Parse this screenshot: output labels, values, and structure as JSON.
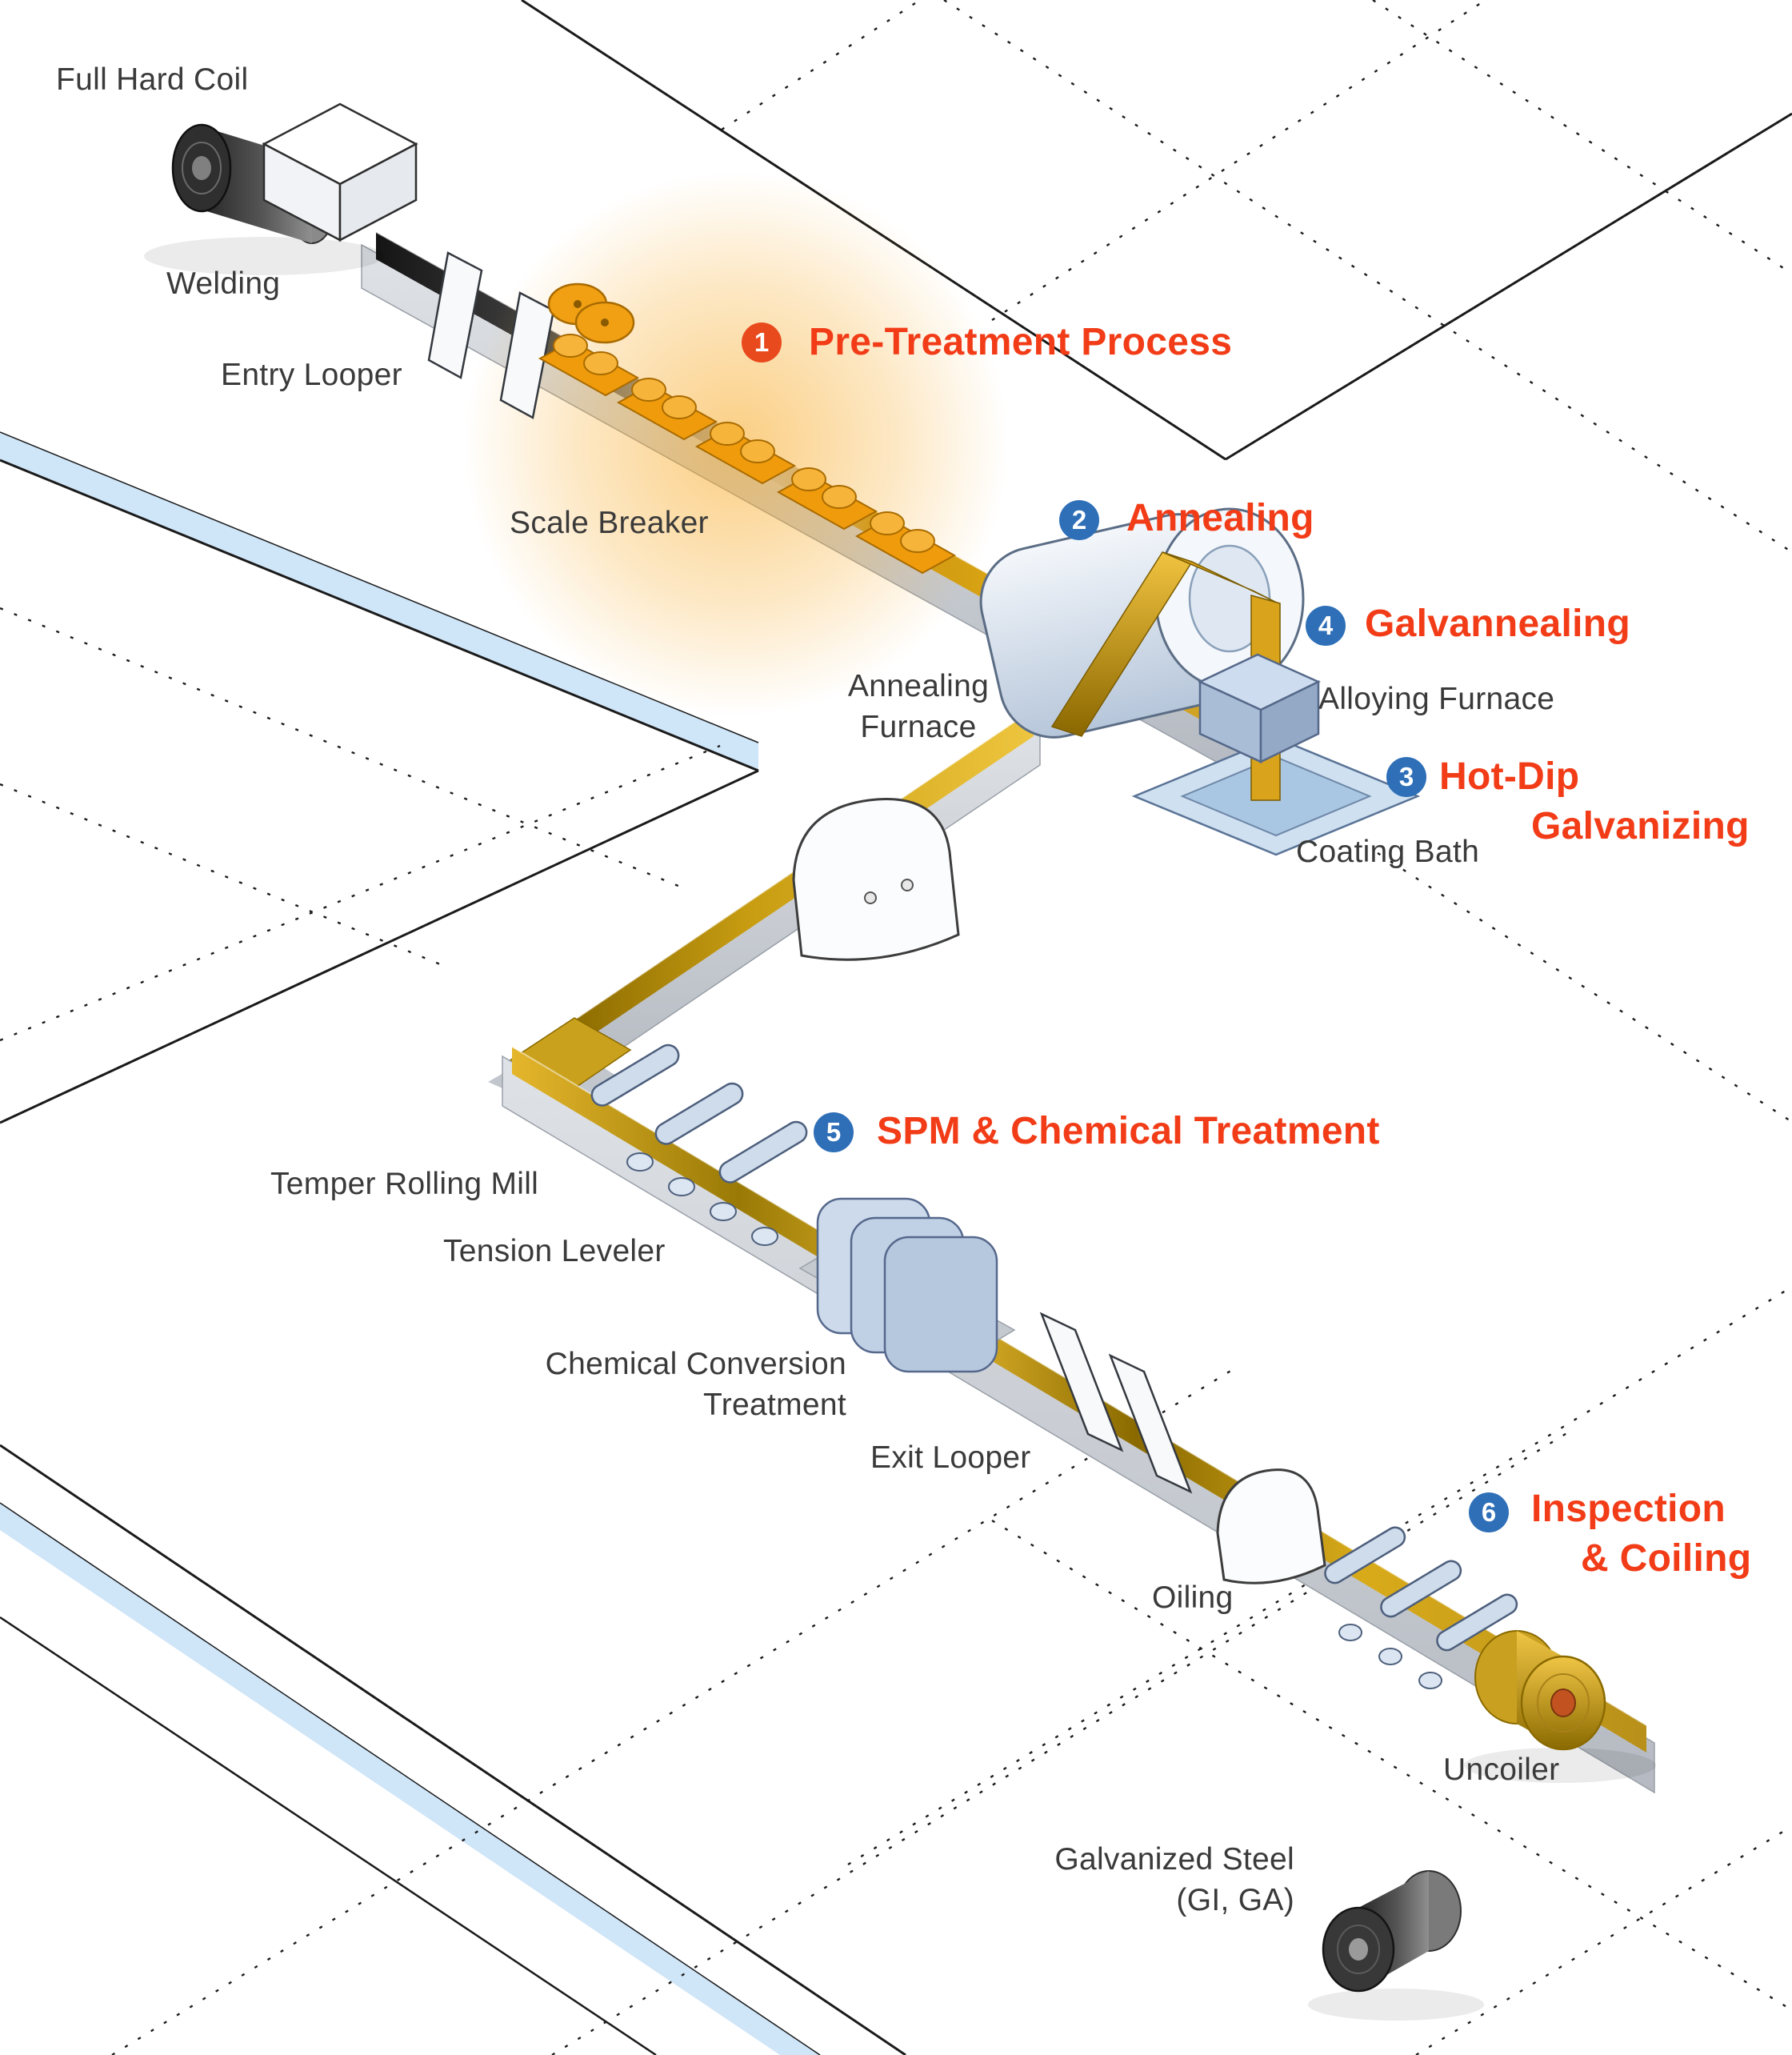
{
  "steps": [
    {
      "num": "1",
      "badge_color": "#e84a1e",
      "lines": [
        "Pre-Treatment Process"
      ]
    },
    {
      "num": "2",
      "badge_color": "#2e6fb7",
      "lines": [
        "Annealing"
      ]
    },
    {
      "num": "3",
      "badge_color": "#2e6fb7",
      "lines": [
        "Hot-Dip",
        "Galvanizing"
      ]
    },
    {
      "num": "4",
      "badge_color": "#2e6fb7",
      "lines": [
        "Galvannealing"
      ]
    },
    {
      "num": "5",
      "badge_color": "#2e6fb7",
      "lines": [
        "SPM & Chemical Treatment"
      ]
    },
    {
      "num": "6",
      "badge_color": "#2e6fb7",
      "lines": [
        "Inspection",
        "& Coiling"
      ]
    }
  ],
  "equipment": {
    "full_hard_coil": "Full Hard Coil",
    "welding": "Welding",
    "entry_looper": "Entry Looper",
    "scale_breaker": "Scale Breaker",
    "annealing_furnace_line1": "Annealing",
    "annealing_furnace_line2": "Furnace",
    "alloying_furnace": "Alloying Furnace",
    "coating_bath": "Coating Bath",
    "temper_rolling_mill": "Temper Rolling Mill",
    "tension_leveler": "Tension Leveler",
    "chemical_conversion_line1": "Chemical Conversion",
    "chemical_conversion_line2": "Treatment",
    "exit_looper": "Exit Looper",
    "oiling": "Oiling",
    "uncoiler": "Uncoiler",
    "product_line1": "Galvanized Steel",
    "product_line2": "(GI, GA)"
  },
  "colors": {
    "step_text": "#f23c17",
    "badge_pretreatment": "#e84a1e",
    "badge_blue": "#2e6fb7",
    "equipment_text": "#3a3a3a",
    "strip_gold": "#d9a41c",
    "scale_breaker_orange": "#f09c0c",
    "machine_light_blue": "#c9d8ea",
    "floor_stripe_blue": "#cfe5f8",
    "glow": "#f7a61d"
  }
}
